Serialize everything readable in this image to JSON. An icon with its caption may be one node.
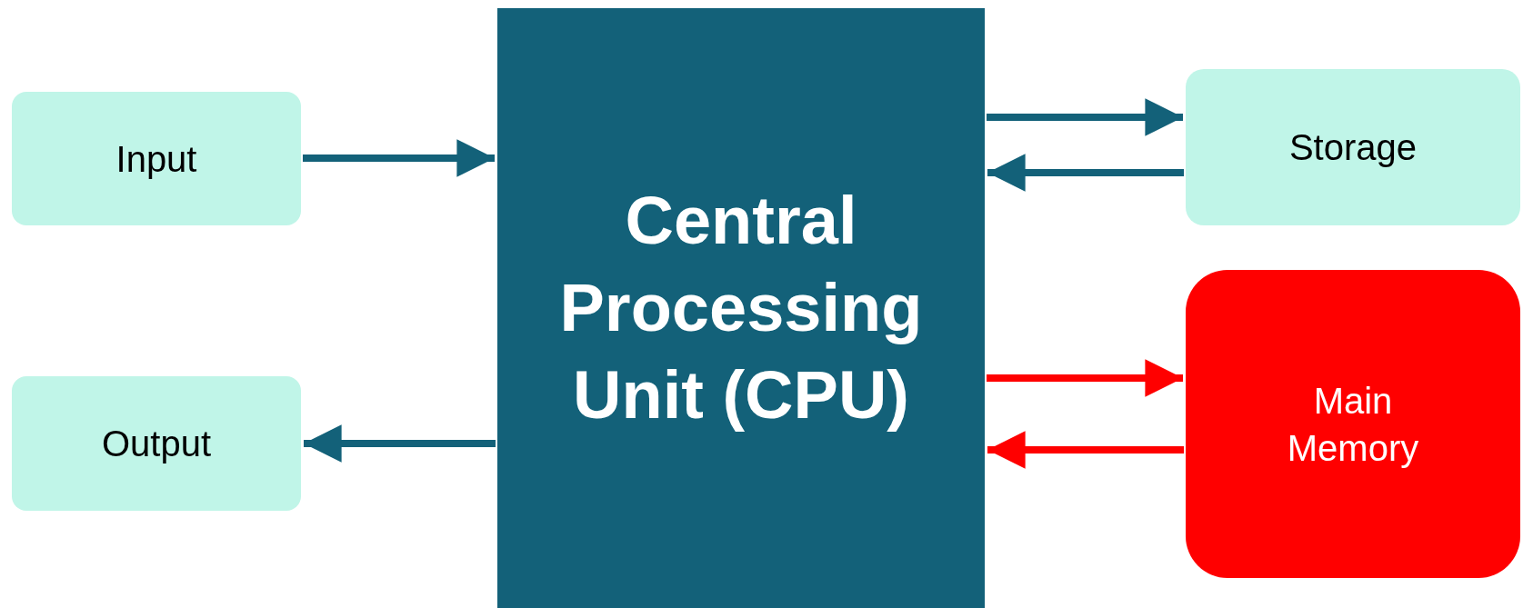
{
  "diagram": {
    "nodes": [
      {
        "text": [
          "Input"
        ]
      },
      {
        "text": [
          "Output"
        ]
      },
      {
        "text": [
          "Central Processing Unit (CPU)"
        ]
      },
      {
        "text": [
          "Storage"
        ]
      },
      {
        "text": [
          "Main Memory"
        ]
      }
    ],
    "edges": [
      {
        "from": 0,
        "to": 2,
        "arrow": "to"
      },
      {
        "from": 2,
        "to": 1,
        "arrow": "to"
      },
      {
        "from": 2,
        "to": 3,
        "arrow": "to"
      },
      {
        "from": 3,
        "to": 2,
        "arrow": "to"
      },
      {
        "from": 2,
        "to": 4,
        "arrow": "to",
        "color": "#ff0000"
      },
      {
        "from": 4,
        "to": 2,
        "arrow": "to",
        "color": "#ff0000"
      }
    ]
  }
}
